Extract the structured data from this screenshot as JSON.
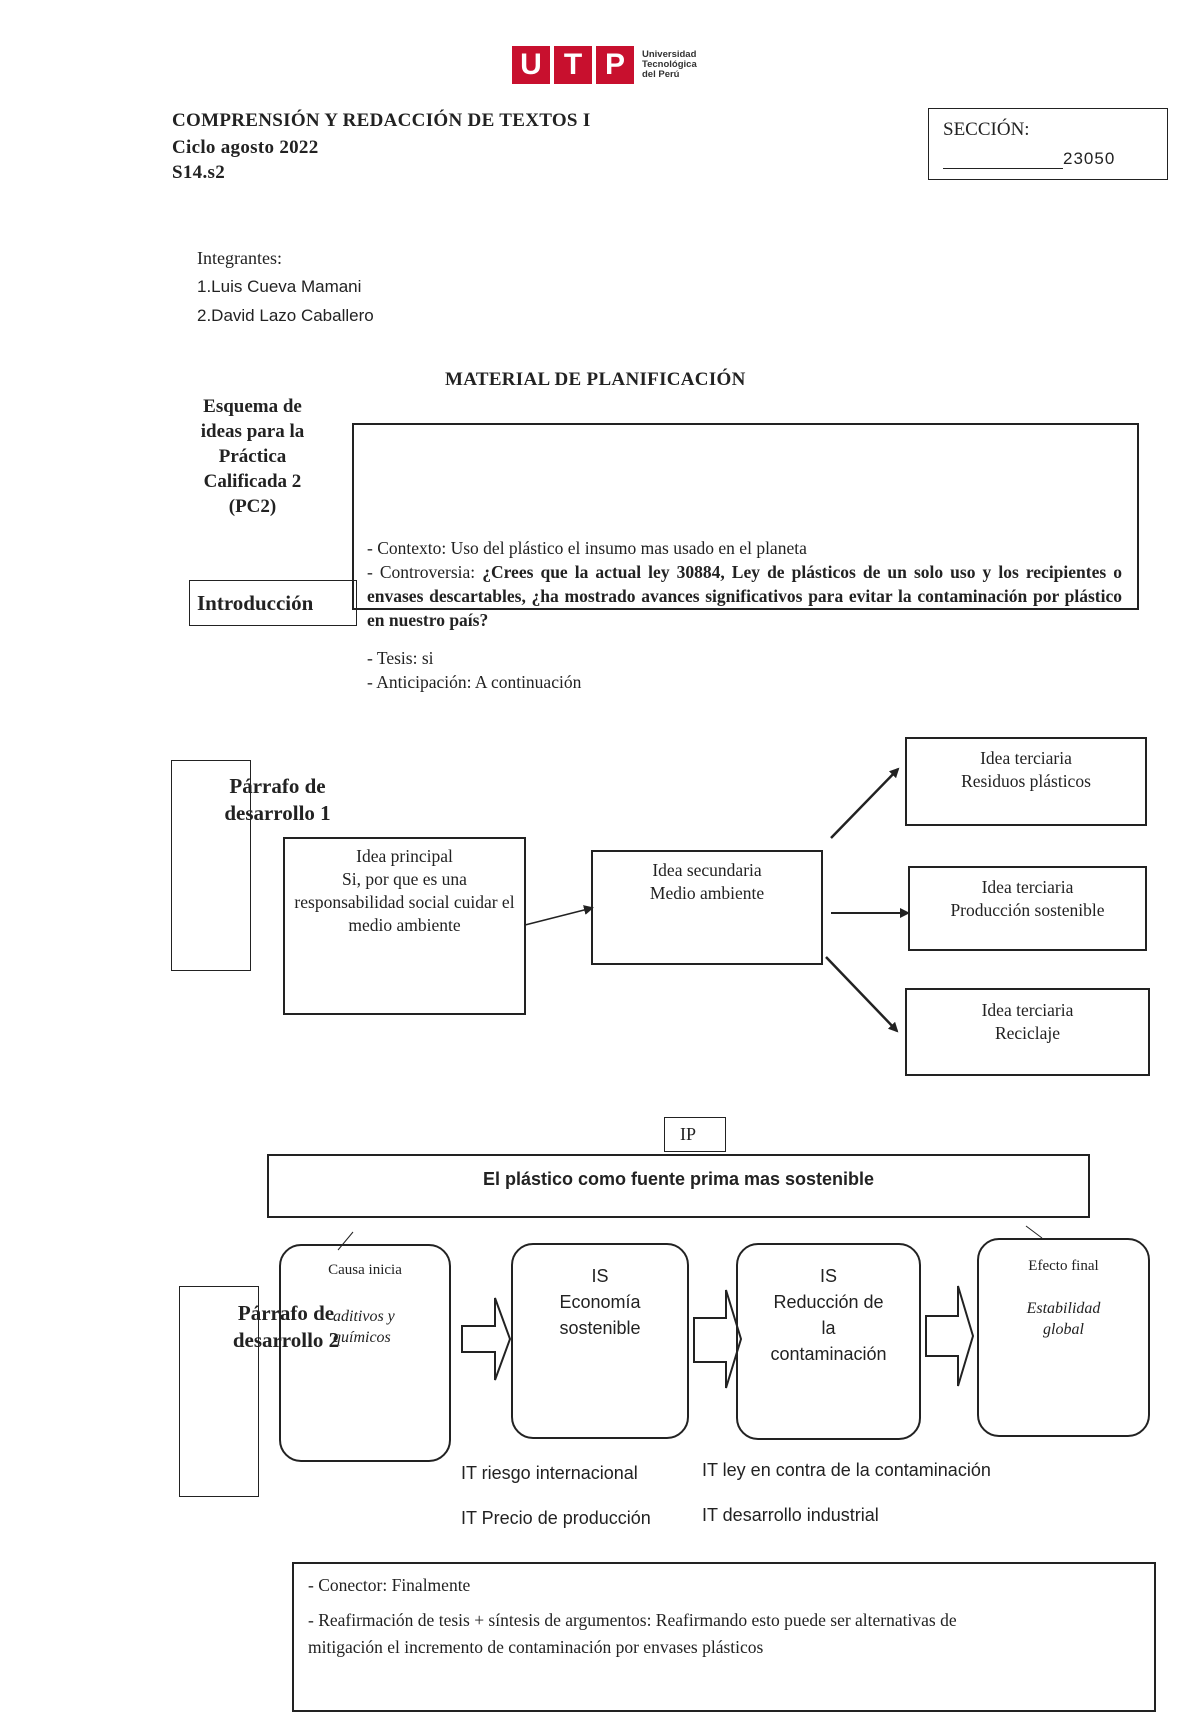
{
  "logo": {
    "letters": [
      "U",
      "T",
      "P"
    ],
    "line1": "Universidad",
    "line2": "Tecnológica",
    "line3": "del Perú",
    "brand_color": "#c8102e"
  },
  "header": {
    "course": "COMPRENSIÓN Y REDACCIÓN DE TEXTOS I",
    "cycle": "Ciclo agosto 2022",
    "session": "S14.s2",
    "section_label": "SECCIÓN:",
    "section_value": "23050"
  },
  "members": {
    "label": "Integrantes:",
    "items": [
      "1.Luis Cueva Mamani",
      "2.David Lazo Caballero"
    ]
  },
  "title": "MATERIAL DE PLANIFICACIÓN",
  "scheme_label": {
    "line1": "Esquema de",
    "line2": "ideas para la",
    "line3": "Práctica",
    "line4": "Calificada 2",
    "line5": "(PC2)"
  },
  "intro": {
    "label": "Introducción",
    "context": "- Contexto: Uso del plástico el insumo mas usado en el planeta",
    "controversy_prefix": "- Controversia: ",
    "controversy_bold": "¿Crees que la actual ley 30884, Ley de plásticos de un solo uso y los recipientes o envases descartables, ¿ha mostrado avances significativos para evitar la contaminación por plástico en nuestro país?",
    "thesis": "- Tesis: si",
    "anticipation": "- Anticipación: A continuación"
  },
  "p1": {
    "label_line1": "Párrafo de",
    "label_line2": "desarrollo 1",
    "main_title": "Idea principal",
    "main_text": "Si, por que es una responsabilidad social cuidar el medio ambiente",
    "secondary_title": "Idea secundaria",
    "secondary_text": "Medio ambiente",
    "tertiary": [
      {
        "title": "Idea terciaria",
        "text": "Residuos plásticos"
      },
      {
        "title": "Idea terciaria",
        "text": "Producción sostenible"
      },
      {
        "title": "Idea terciaria",
        "text": "Reciclaje"
      }
    ]
  },
  "p2": {
    "label_line1": "Párrafo de",
    "label_line2": "desarrollo 2",
    "ip_label": "IP",
    "ip_text": "El plástico como fuente prima mas sostenible",
    "cause_title": "Causa inicia",
    "cause_text_1": "aditivos y",
    "cause_text_2": "químicos",
    "is1_title": "IS",
    "is1_line1": "Economía",
    "is1_line2": "sostenible",
    "is2_title": "IS",
    "is2_line1": "Reducción de",
    "is2_line2": "la",
    "is2_line3": "contaminación",
    "effect_title": "Efecto final",
    "effect_line1": "Estabilidad",
    "effect_line2": "global",
    "it_items": [
      "IT riesgo internacional",
      "IT Precio de producción",
      "IT ley en contra de la contaminación",
      "IT desarrollo industrial"
    ]
  },
  "conclusion": {
    "connector": "- Conector: Finalmente",
    "reaffirm_line1": "- Reafirmación de tesis + síntesis de argumentos: Reafirmando esto puede ser alternativas de",
    "reaffirm_line2": "mitigación el incremento de contaminación por envases plásticos"
  }
}
